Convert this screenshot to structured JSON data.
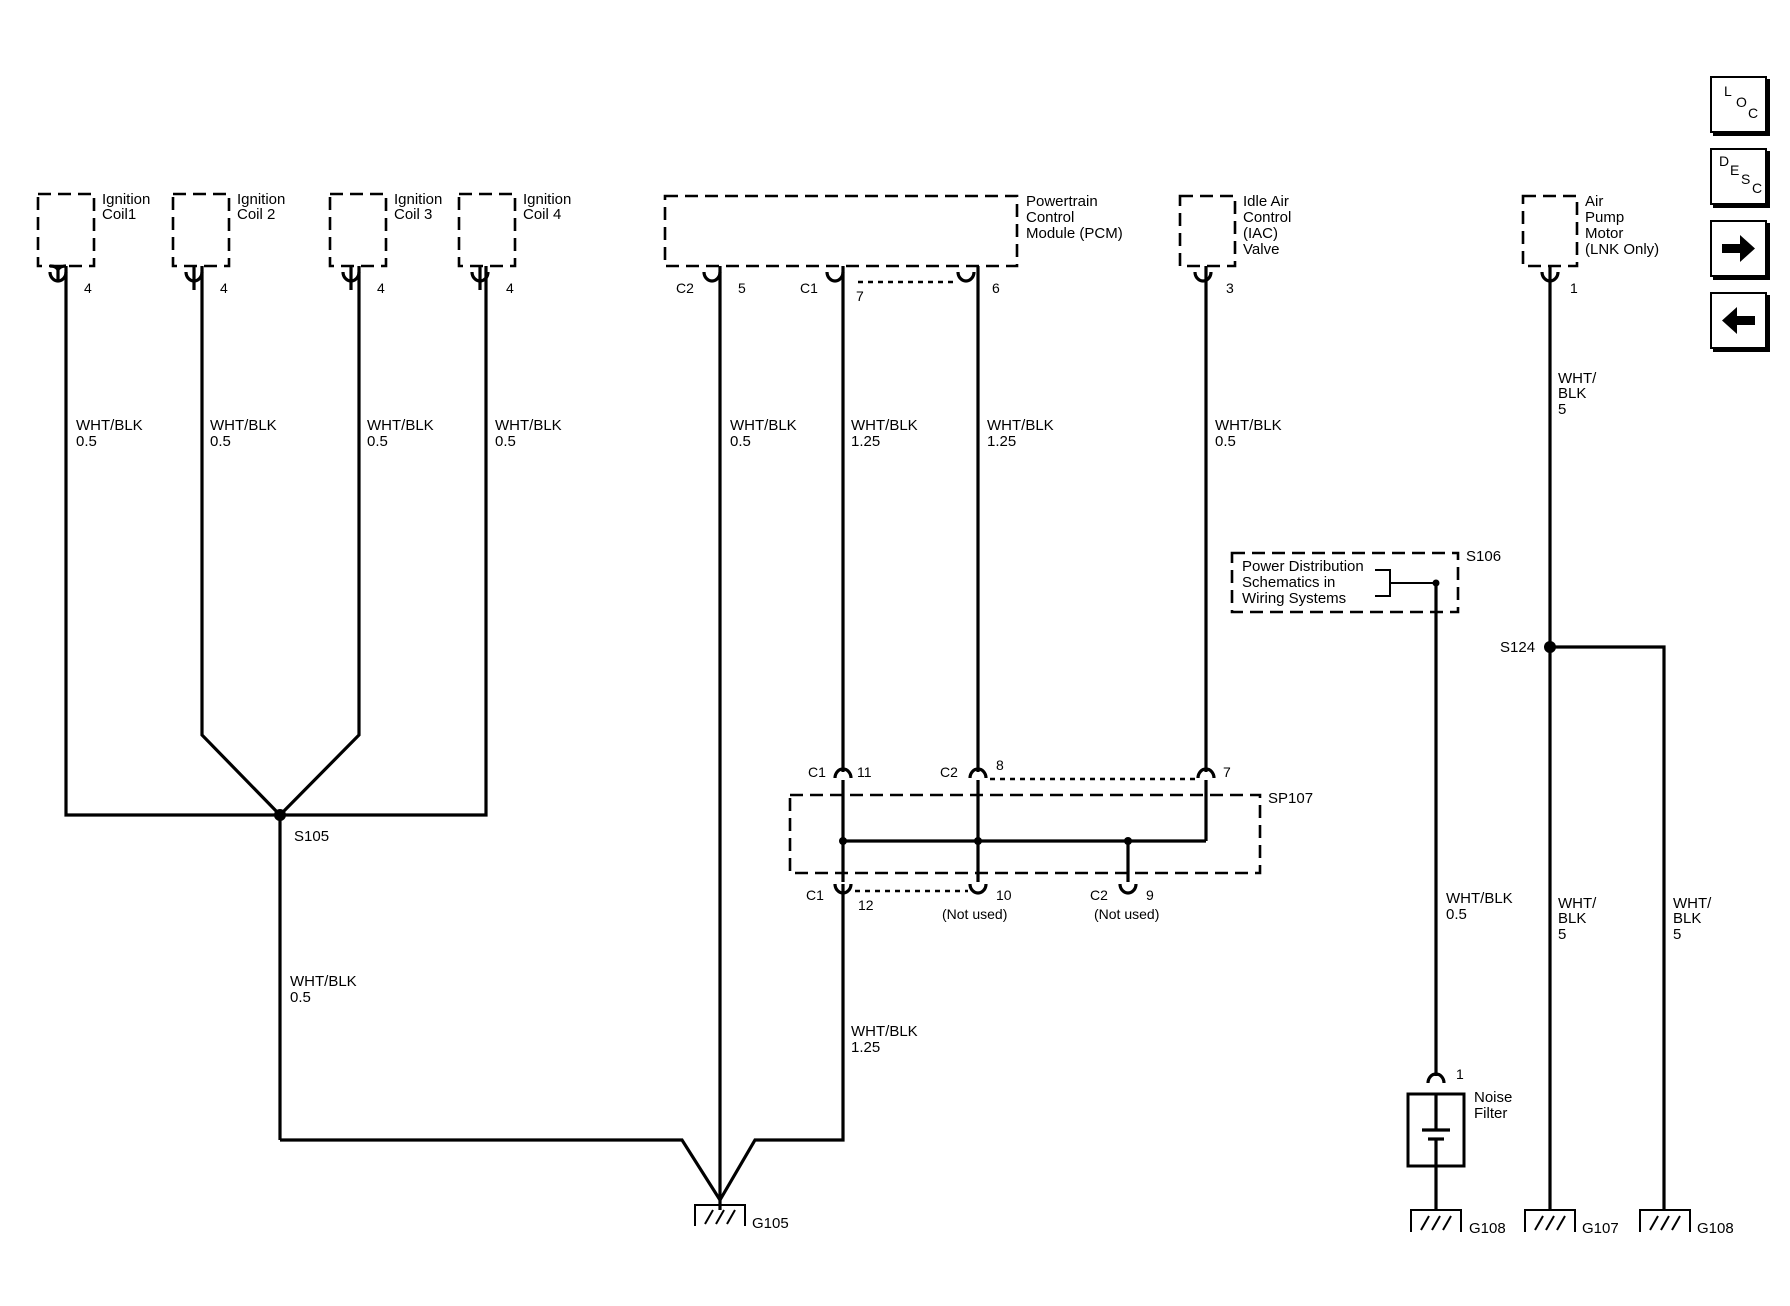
{
  "components": {
    "coil1": [
      "Ignition",
      "Coil1"
    ],
    "coil2": [
      "Ignition",
      "Coil 2"
    ],
    "coil3": [
      "Ignition",
      "Coil 3"
    ],
    "coil4": [
      "Ignition",
      "Coil 4"
    ],
    "pcm": [
      "Powertrain",
      "Control",
      "Module (PCM)"
    ],
    "iac": [
      "Idle Air",
      "Control",
      "(IAC)",
      "Valve"
    ],
    "airpump": [
      "Air",
      "Pump",
      "Motor",
      "(LNK Only)"
    ],
    "power_dist": [
      "Power Distribution",
      "Schematics in",
      "Wiring Systems"
    ],
    "noise_filter": [
      "Noise",
      "Filter"
    ]
  },
  "pins": {
    "coil1": "4",
    "coil2": "4",
    "coil3": "4",
    "coil4": "4",
    "pcm_c2_conn": "C2",
    "pcm_c2_pin": "5",
    "pcm_c1_conn": "C1",
    "pcm_c1_pin": "7",
    "pcm_pin6": "6",
    "iac": "3",
    "airpump": "1",
    "sp107_in1_conn": "C1",
    "sp107_in1_pin": "11",
    "sp107_in2_conn": "C2",
    "sp107_in2_pin": "8",
    "sp107_in3_pin": "7",
    "sp107_out1_conn": "C1",
    "sp107_out1_pin": "12",
    "sp107_out2_pin": "10",
    "sp107_out3_conn": "C2",
    "sp107_out3_pin": "9",
    "not_used": "(Not used)",
    "noise_filter": "1"
  },
  "wires": {
    "coil1": [
      "WHT/BLK",
      "0.5"
    ],
    "coil2": [
      "WHT/BLK",
      "0.5"
    ],
    "coil3": [
      "WHT/BLK",
      "0.5"
    ],
    "coil4": [
      "WHT/BLK",
      "0.5"
    ],
    "pcm_c2": [
      "WHT/BLK",
      "0.5"
    ],
    "pcm_c1": [
      "WHT/BLK",
      "1.25"
    ],
    "pcm_6": [
      "WHT/BLK",
      "1.25"
    ],
    "iac": [
      "WHT/BLK",
      "0.5"
    ],
    "airpump": [
      "WHT/",
      "BLK",
      "5"
    ],
    "s105_g105": [
      "WHT/BLK",
      "0.5"
    ],
    "sp107_g105": [
      "WHT/BLK",
      "1.25"
    ],
    "s106_filter": [
      "WHT/BLK",
      "0.5"
    ],
    "s124_g107": [
      "WHT/",
      "BLK",
      "5"
    ],
    "s124_g108": [
      "WHT/",
      "BLK",
      "5"
    ]
  },
  "splices": {
    "s105": "S105",
    "s106": "S106",
    "s124": "S124",
    "sp107": "SP107"
  },
  "grounds": {
    "g105": "G105",
    "g108a": "G108",
    "g107": "G107",
    "g108b": "G108"
  },
  "nav": {
    "loc": [
      "L",
      "O",
      "C"
    ],
    "desc": [
      "D",
      "E",
      "S",
      "C"
    ],
    "next_icon": "arrow-right-icon",
    "prev_icon": "arrow-left-icon"
  }
}
